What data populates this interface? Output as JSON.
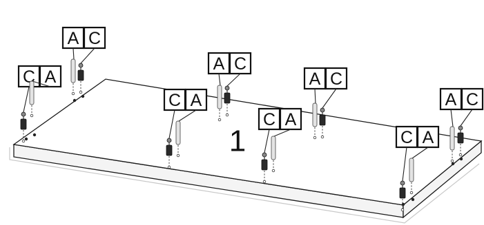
{
  "step_number": "1",
  "part_labels": {
    "dowel": "A",
    "cam_bolt": "C"
  },
  "pairs": [
    {
      "first": "A",
      "second": "C"
    },
    {
      "first": "C",
      "second": "A"
    },
    {
      "first": "A",
      "second": "C"
    },
    {
      "first": "C",
      "second": "A"
    },
    {
      "first": "C",
      "second": "A"
    },
    {
      "first": "A",
      "second": "C"
    },
    {
      "first": "C",
      "second": "A"
    },
    {
      "first": "A",
      "second": "C"
    }
  ]
}
